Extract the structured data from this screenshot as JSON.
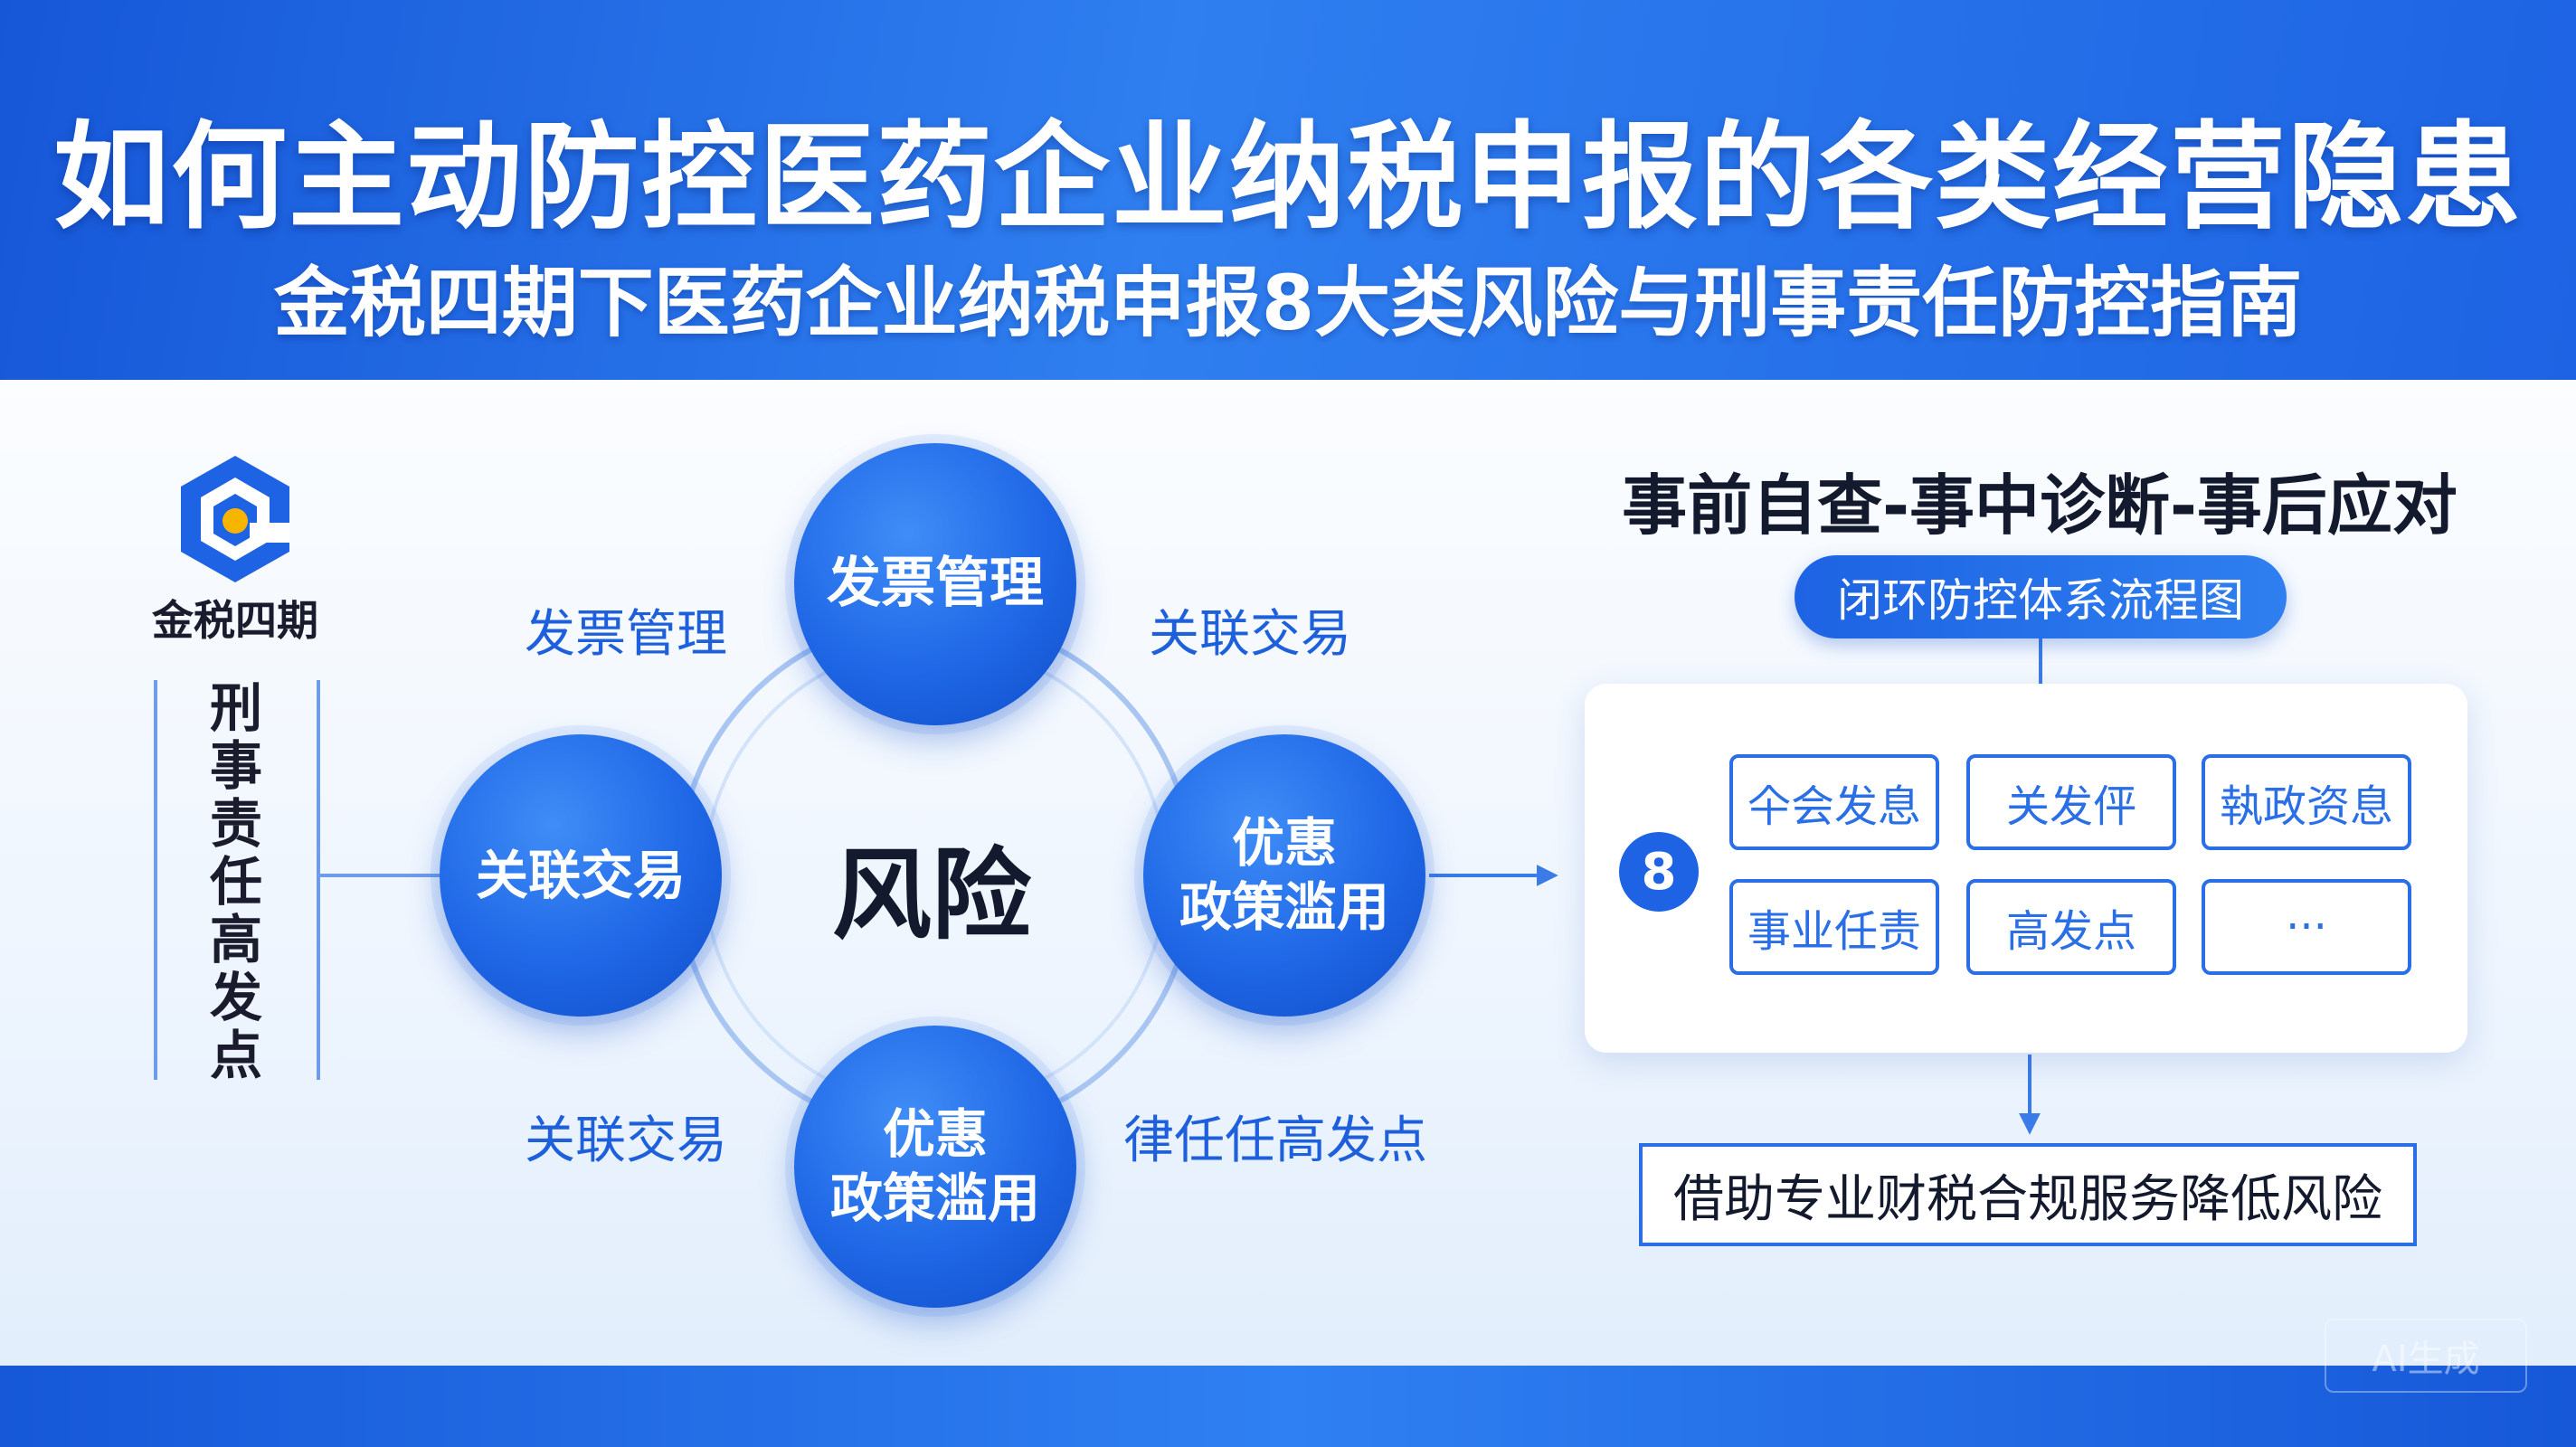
{
  "header": {
    "title": "如何主动防控医药企业纳税申报的各类经营隐患",
    "subtitle": "金税四期下医药企业纳税申报8大类风险与刑事责任防控指南"
  },
  "left": {
    "logo_text": "金税四期",
    "vertical_text": "刑事责任高发点"
  },
  "diagram": {
    "center_label": "风险",
    "nodes": {
      "top": "发票管理",
      "left": "关联交易",
      "right_line1": "优惠",
      "right_line2": "政策滥用",
      "bottom_line1": "优惠",
      "bottom_line2": "政策滥用"
    },
    "labels": {
      "top_left": "发票管理",
      "top_right": "关联交易",
      "bottom_left": "关联交易",
      "bottom_right": "律任任高发点"
    }
  },
  "right": {
    "heading": "事前自查-事中诊断-事后应对",
    "pill": "闭环防控体系流程图",
    "badge": "8",
    "grid": [
      [
        "仐会发息",
        "关发伻",
        "執政资息"
      ],
      [
        "事业任责",
        "高发点",
        "···"
      ]
    ],
    "bottom": "借助专业财税合规服务降低风险"
  },
  "watermark": "AI生成",
  "colors": {
    "primary_blue": "#1d63e3",
    "label_blue": "#1e60dc",
    "dark_text": "#141a2e",
    "panel_bg": "#f4f8fe"
  }
}
